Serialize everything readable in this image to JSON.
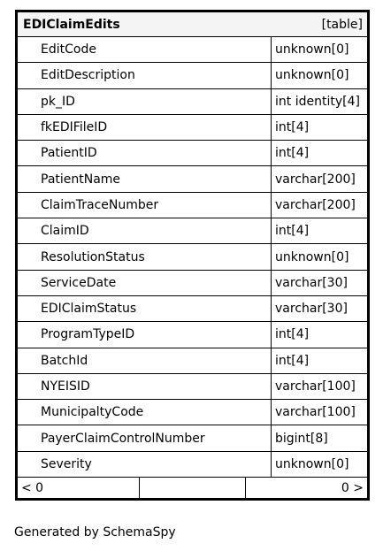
{
  "table": {
    "name": "EDIClaimEdits",
    "kind": "[table]",
    "columns": [
      {
        "name": "EditCode",
        "type": "unknown[0]"
      },
      {
        "name": "EditDescription",
        "type": "unknown[0]"
      },
      {
        "name": "pk_ID",
        "type": "int identity[4]"
      },
      {
        "name": "fkEDIFileID",
        "type": "int[4]"
      },
      {
        "name": "PatientID",
        "type": "int[4]"
      },
      {
        "name": "PatientName",
        "type": "varchar[200]"
      },
      {
        "name": "ClaimTraceNumber",
        "type": "varchar[200]"
      },
      {
        "name": "ClaimID",
        "type": "int[4]"
      },
      {
        "name": "ResolutionStatus",
        "type": "unknown[0]"
      },
      {
        "name": "ServiceDate",
        "type": "varchar[30]"
      },
      {
        "name": "EDIClaimStatus",
        "type": "varchar[30]"
      },
      {
        "name": "ProgramTypeID",
        "type": "int[4]"
      },
      {
        "name": "BatchId",
        "type": "int[4]"
      },
      {
        "name": "NYEISID",
        "type": "varchar[100]"
      },
      {
        "name": "MunicipaltyCode",
        "type": "varchar[100]"
      },
      {
        "name": "PayerClaimControlNumber",
        "type": "bigint[8]"
      },
      {
        "name": "Severity",
        "type": "unknown[0]"
      }
    ],
    "footer": {
      "parents": "< 0",
      "children": "0 >"
    }
  },
  "generated_by": "Generated by SchemaSpy"
}
